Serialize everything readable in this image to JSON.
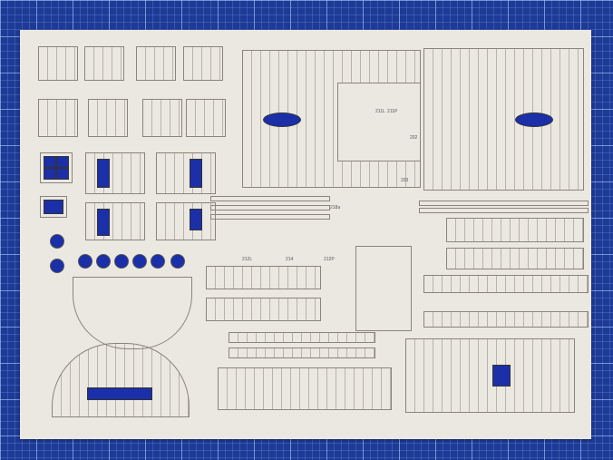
{
  "labels": {
    "l202": "202",
    "l203": "203",
    "l211l": "211L",
    "l211p": "211P",
    "l212l": "212L",
    "l212p": "212P",
    "l214": "214",
    "l218a": "218a"
  },
  "colors": {
    "mat": "#1d3a96",
    "sheet": "#ebe8e1",
    "window": "#1b2fa8"
  }
}
